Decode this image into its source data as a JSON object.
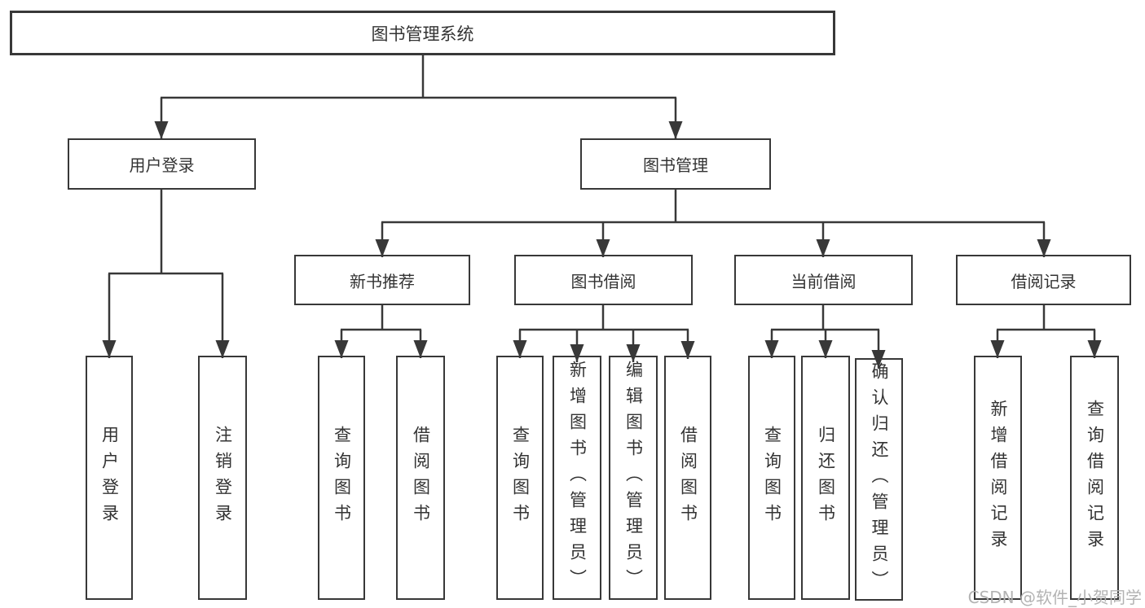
{
  "colors": {
    "line": "#383838",
    "border": "#383838",
    "text": "#333333",
    "background": "#ffffff",
    "watermark": "#b3b3b3"
  },
  "watermark": {
    "text": "CSDN @软件_小贺同学"
  },
  "tree": {
    "root": {
      "label": "图书管理系统"
    },
    "branches": [
      {
        "label": "用户登录",
        "children": [
          {
            "label": "用户登录"
          },
          {
            "label": "注销登录"
          }
        ]
      },
      {
        "label": "图书管理",
        "children": [
          {
            "label": "新书推荐",
            "children": [
              {
                "label": "查询图书"
              },
              {
                "label": "借阅图书"
              }
            ]
          },
          {
            "label": "图书借阅",
            "children": [
              {
                "label": "查询图书"
              },
              {
                "label": "新增图书（管理员）"
              },
              {
                "label": "编辑图书（管理员）"
              },
              {
                "label": "借阅图书"
              }
            ]
          },
          {
            "label": "当前借阅",
            "children": [
              {
                "label": "查询图书"
              },
              {
                "label": "归还图书"
              },
              {
                "label": "确认归还（管理员）"
              }
            ]
          },
          {
            "label": "借阅记录",
            "children": [
              {
                "label": "新增借阅记录"
              },
              {
                "label": "查询借阅记录"
              }
            ]
          }
        ]
      }
    ]
  }
}
